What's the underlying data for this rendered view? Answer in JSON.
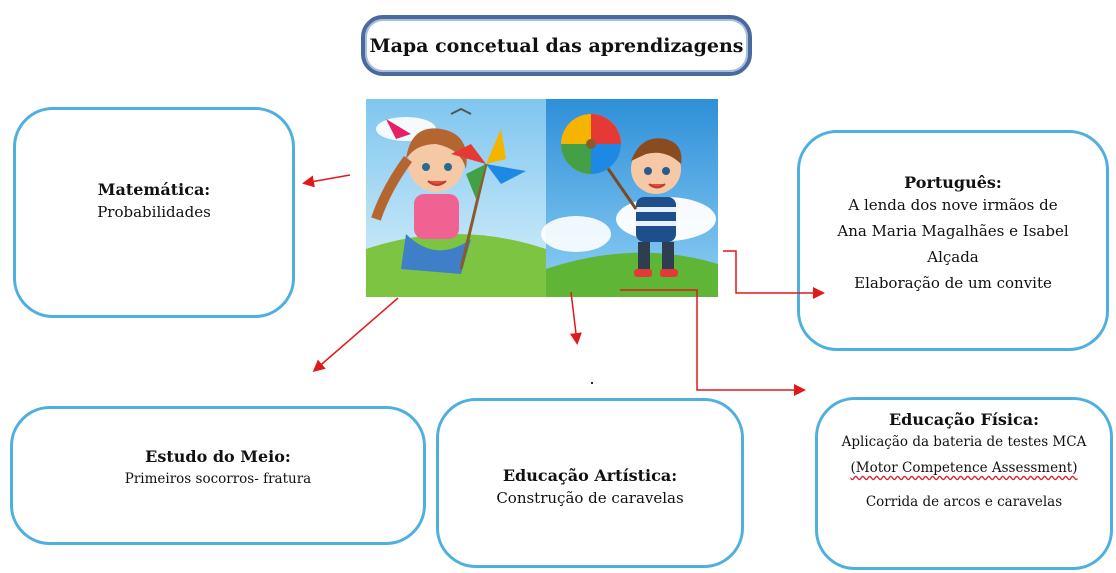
{
  "title": "Mapa concetual das aprendizagens",
  "colors": {
    "box_border": "#4fb0e0",
    "title_border": "#4a6a9e",
    "arrow": "#e0191b"
  },
  "nodes": {
    "matematica": {
      "heading": "Matemática:",
      "lines": [
        "Probabilidades"
      ]
    },
    "portugues": {
      "heading": "Português:",
      "lines": [
        "A lenda dos nove irmãos de",
        "Ana Maria Magalhães e Isabel",
        "Alçada",
        "Elaboração de um convite"
      ]
    },
    "estudo_do_meio": {
      "heading": "Estudo do Meio:",
      "lines": [
        "Primeiros socorros- fratura"
      ]
    },
    "educacao_artistica": {
      "heading": "Educação Artística:",
      "lines": [
        "Construção de caravelas"
      ]
    },
    "educacao_fisica": {
      "heading": "Educação Física:",
      "lines": [
        "Aplicação da bateria de testes MCA",
        "(Motor Competence Assessment)",
        "Corrida de arcos e caravelas"
      ]
    }
  },
  "illustration": {
    "description_icon": "children-with-pinwheels-illustration"
  }
}
